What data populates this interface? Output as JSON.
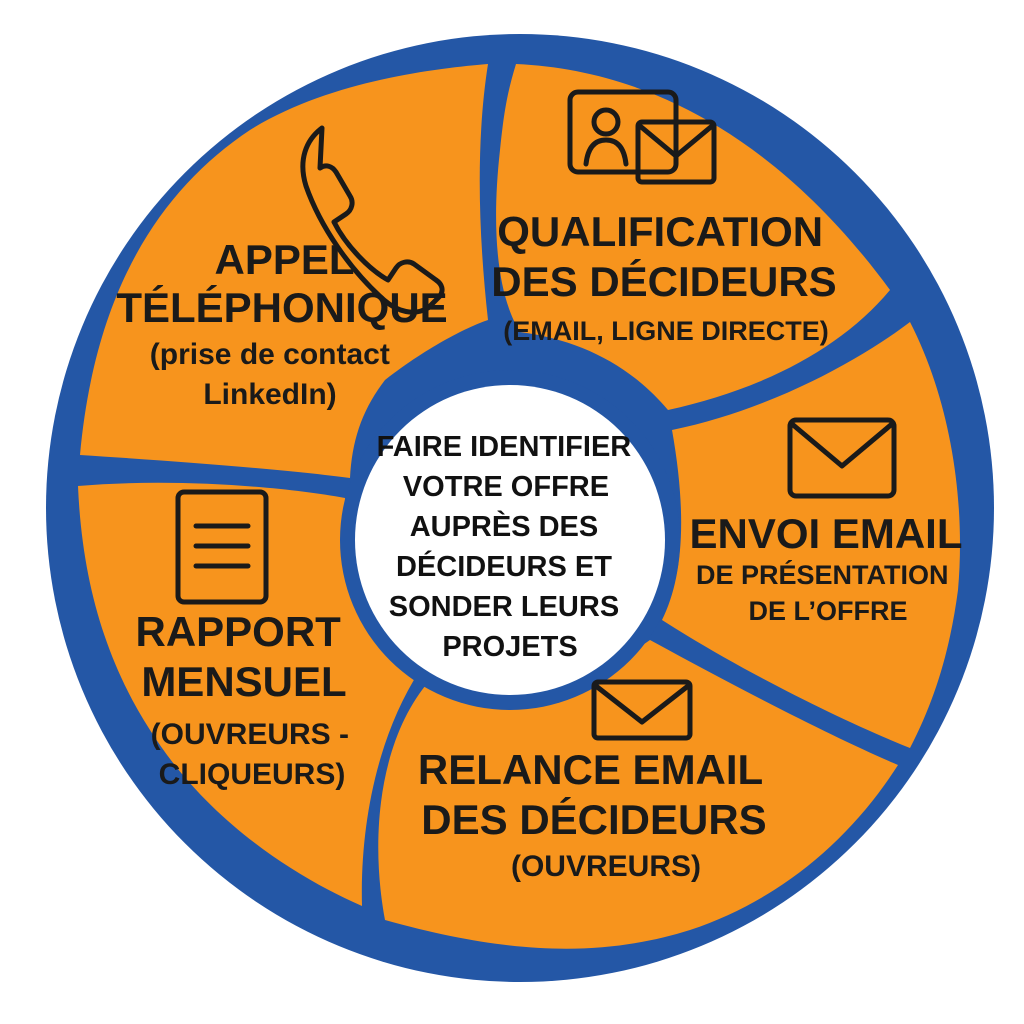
{
  "colors": {
    "ring": "#2457a6",
    "segment": "#f7941d",
    "center_fill": "#ffffff",
    "text": "#1a1a1a"
  },
  "center": {
    "lines": [
      "FAIRE IDENTIFIER",
      "VOTRE OFFRE",
      "AUPRÈS DES",
      "DÉCIDEURS  ET",
      "SONDER LEURS",
      "PROJETS"
    ]
  },
  "segments": {
    "appel": {
      "icon": "phone-icon",
      "title": [
        "APPEL",
        "TÉLÉPHONIQUE"
      ],
      "detail": [
        "(prise de contact",
        "LinkedIn)"
      ]
    },
    "qualification": {
      "icon": "contact-card-email-icon",
      "title": [
        "QUALIFICATION",
        "DES DÉCIDEURS"
      ],
      "detail": [
        "(EMAIL, LIGNE DIRECTE)"
      ]
    },
    "envoi": {
      "icon": "envelope-icon",
      "title": [
        "ENVOI EMAIL"
      ],
      "detail": [
        "DE PRÉSENTATION",
        "DE L’OFFRE"
      ]
    },
    "relance": {
      "icon": "envelope-icon",
      "title": [
        "RELANCE EMAIL",
        "DES DÉCIDEURS"
      ],
      "detail": [
        "(OUVREURS)"
      ]
    },
    "rapport": {
      "icon": "document-icon",
      "title": [
        "RAPPORT",
        "MENSUEL"
      ],
      "detail": [
        "(OUVREURS -",
        "CLIQUEURS)"
      ]
    }
  }
}
